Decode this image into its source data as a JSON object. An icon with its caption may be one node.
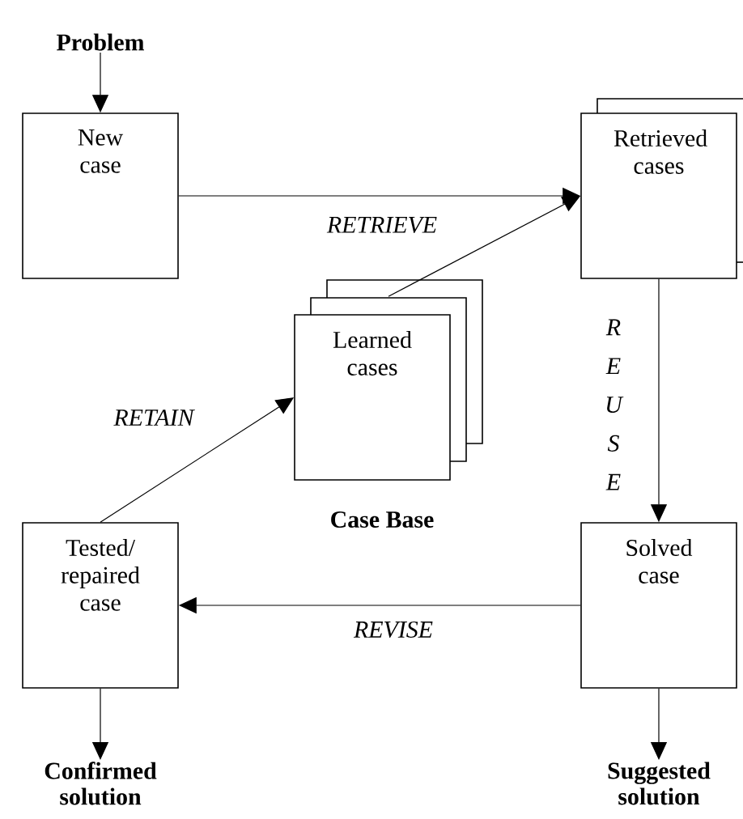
{
  "diagram": {
    "nodes": [
      {
        "text": [
          "Problem"
        ]
      },
      {
        "text": [
          "New case"
        ]
      },
      {
        "text": [
          "Retrieved cases"
        ]
      },
      {
        "text": [
          "Learned cases"
        ],
        "beside": [
          "Case Base"
        ]
      },
      {
        "text": [
          "Solved case"
        ]
      },
      {
        "text": [
          "Tested/ repaired case"
        ]
      },
      {
        "text": [
          "Confirmed solution"
        ]
      },
      {
        "text": [
          "Suggested solution"
        ]
      }
    ],
    "edges": [
      {
        "from": 0,
        "to": 1,
        "arrow": "to"
      },
      {
        "from": 1,
        "to": 2,
        "arrow": "to",
        "label": "RETRIEVE"
      },
      {
        "from": 3,
        "to": 2,
        "arrow": "to"
      },
      {
        "from": 2,
        "to": 4,
        "arrow": "to",
        "label": "R E U S E"
      },
      {
        "from": 4,
        "to": 5,
        "arrow": "to",
        "label": "REVISE"
      },
      {
        "from": 5,
        "to": 3,
        "arrow": "to",
        "label": "RETAIN"
      },
      {
        "from": 5,
        "to": 6,
        "arrow": "to"
      },
      {
        "from": 4,
        "to": 7,
        "arrow": "to"
      }
    ]
  }
}
